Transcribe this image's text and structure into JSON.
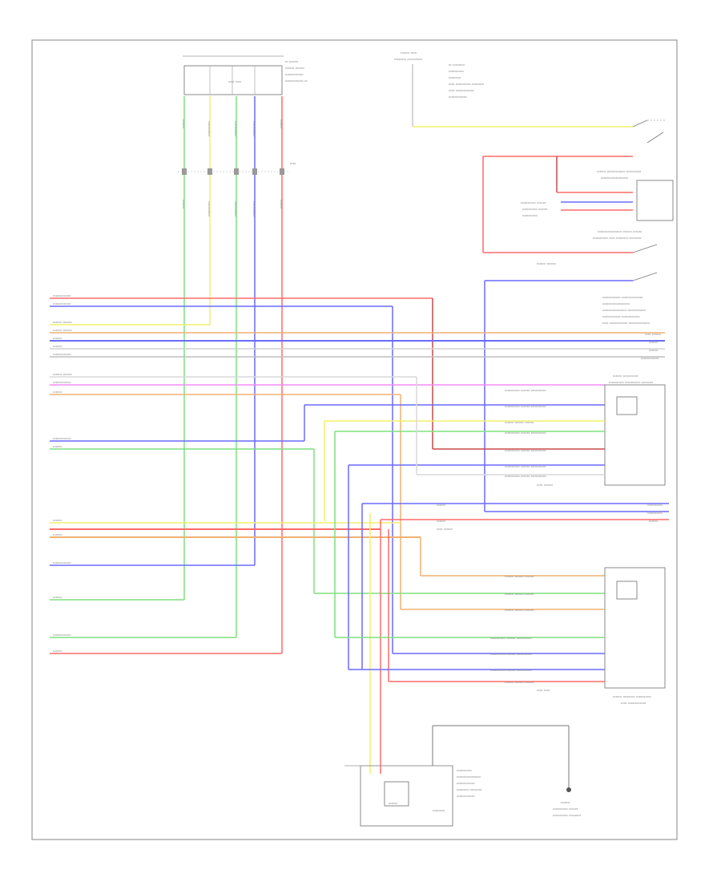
{
  "diagram": {
    "footer_code": "",
    "colors": {
      "red": "#ff6a6a",
      "blue": "#6a6aff",
      "yellow": "#f0f06a",
      "green": "#7ee07e",
      "orange": "#f0b070",
      "pink": "#f58cf5",
      "gray": "#bdbdbd",
      "dark_red": "#c84a4a",
      "frame": "#9a9a9a"
    },
    "components": [
      {
        "id": "top-junction-connector",
        "label": ""
      },
      {
        "id": "fuse-relay-block",
        "label": ""
      },
      {
        "id": "door-lock-switch-right",
        "label": ""
      },
      {
        "id": "door-lock-actuator-right-front",
        "label": ""
      },
      {
        "id": "door-lock-actuator-left-front",
        "label": ""
      },
      {
        "id": "lock-control-module",
        "label": ""
      },
      {
        "id": "ground-point",
        "label": ""
      }
    ]
  }
}
